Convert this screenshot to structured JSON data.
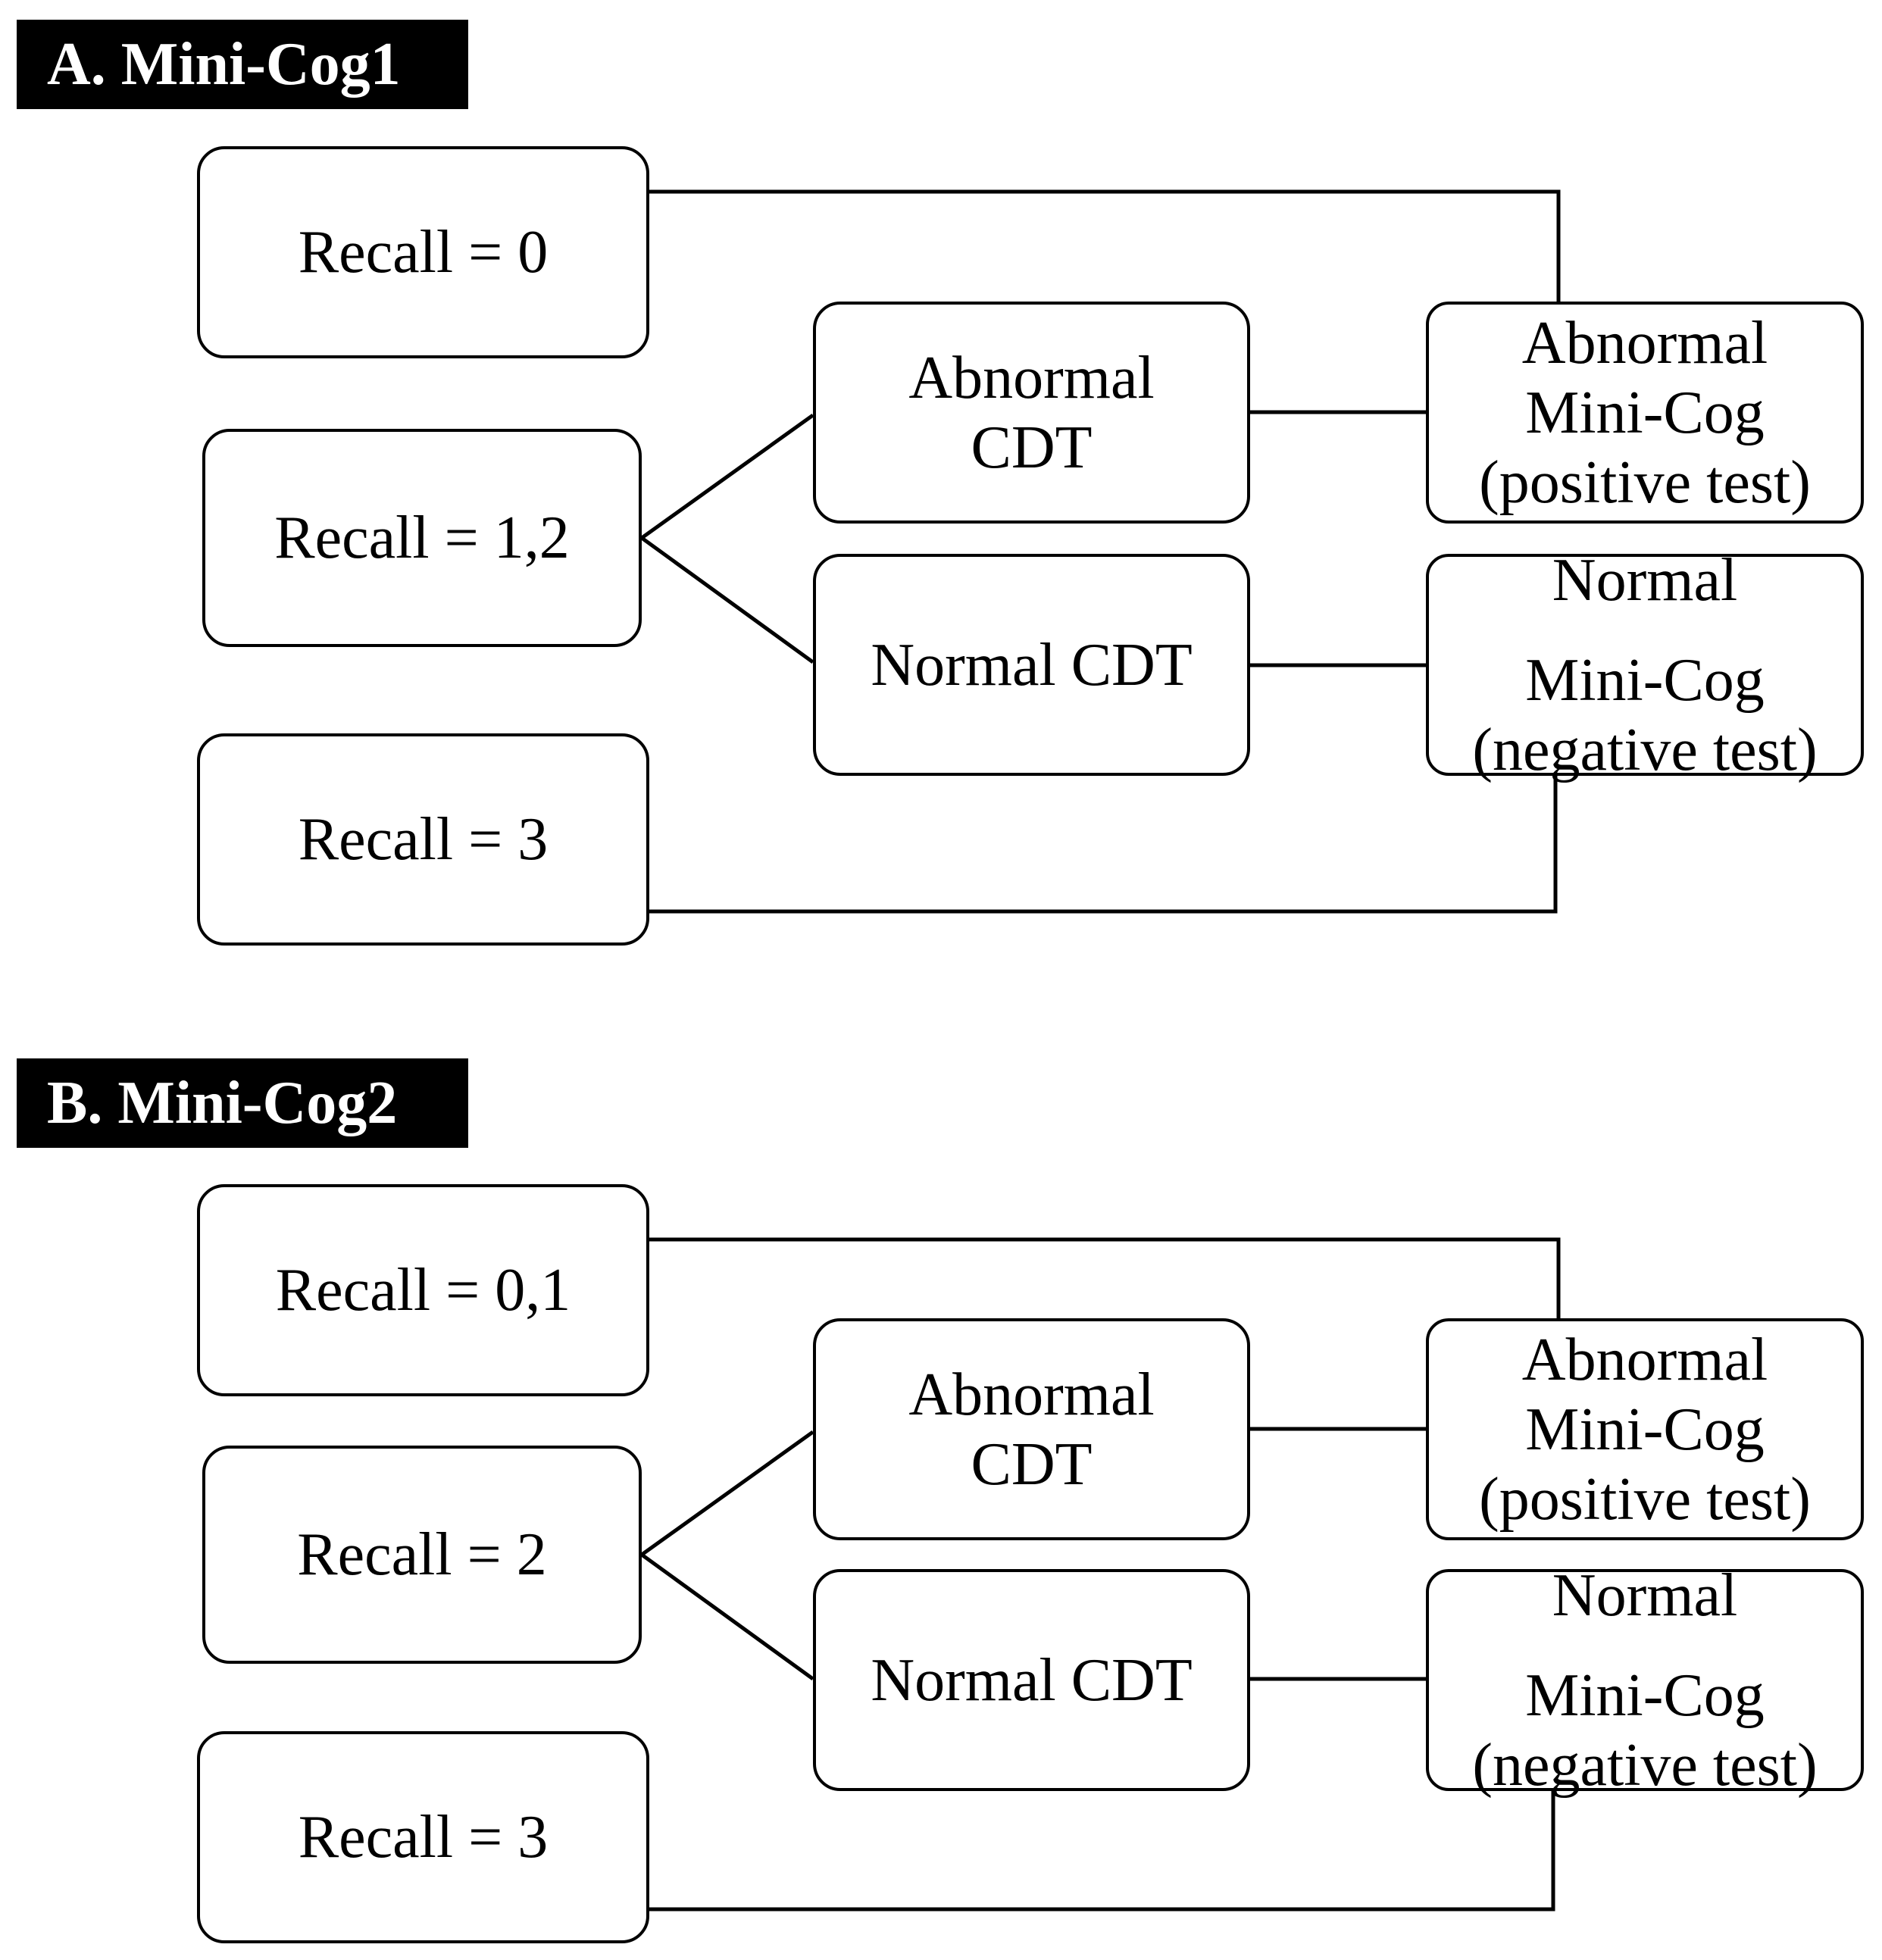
{
  "panels": [
    {
      "title": "A. Mini-Cog1",
      "recall_top": "Recall = 0",
      "recall_mid": "Recall = 1,2",
      "recall_bot": "Recall = 3",
      "cdt_abnormal": [
        "Abnormal",
        "CDT"
      ],
      "cdt_normal": "Normal CDT",
      "result_positive": [
        "Abnormal",
        "Mini-Cog",
        "(positive test)"
      ],
      "result_negative": [
        "Normal",
        "Mini-Cog",
        "(negative test)"
      ]
    },
    {
      "title": "B. Mini-Cog2",
      "recall_top": "Recall = 0,1",
      "recall_mid": "Recall = 2",
      "recall_bot": "Recall = 3",
      "cdt_abnormal": [
        "Abnormal",
        "CDT"
      ],
      "cdt_normal": "Normal CDT",
      "result_positive": [
        "Abnormal",
        "Mini-Cog",
        "(positive test)"
      ],
      "result_negative": [
        "Normal",
        "Mini-Cog",
        "(negative test)"
      ]
    }
  ]
}
